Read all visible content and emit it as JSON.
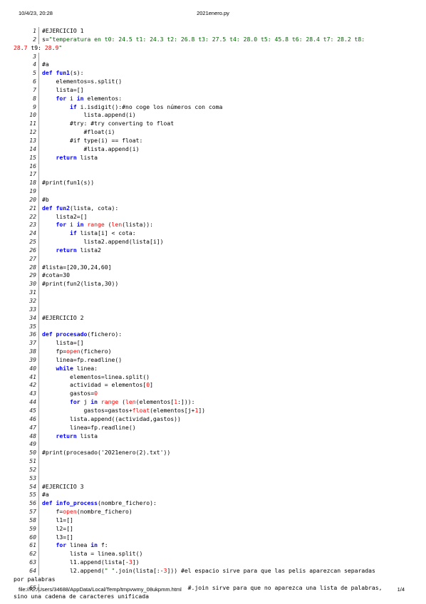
{
  "header": {
    "datetime": "10/4/23, 20:28",
    "title": "2021enero.py"
  },
  "footer": {
    "path": "file:///C:/Users/34688/AppData/Local/Temp/tmpvwmy_08ukpmm.html",
    "page": "1/4"
  },
  "lines": [
    {
      "n": "1",
      "t": "#EJERCICIO 1"
    },
    {
      "n": "2",
      "t": "s=\"temperatura en t0: 24.5 t1: 24.3 t2: 26.8 t3: 27.5 t4: 28.0 t5: 45.8 t6: 28.4 t7: 28.2 t8:",
      "w": "28.7 t9: 28.9\""
    },
    {
      "n": "3",
      "t": ""
    },
    {
      "n": "4",
      "t": "#a"
    },
    {
      "n": "5",
      "t": "def fun1(s):"
    },
    {
      "n": "6",
      "t": "    elementos=s.split()"
    },
    {
      "n": "7",
      "t": "    lista=[]"
    },
    {
      "n": "8",
      "t": "    for i in elementos:"
    },
    {
      "n": "9",
      "t": "        if i.isdigit():#no coge los números con coma"
    },
    {
      "n": "10",
      "t": "            lista.append(i)"
    },
    {
      "n": "11",
      "t": "        #try: #try converting to float"
    },
    {
      "n": "12",
      "t": "            #float(i)"
    },
    {
      "n": "13",
      "t": "        #if type(i) == float:"
    },
    {
      "n": "14",
      "t": "            #lista.append(i)"
    },
    {
      "n": "15",
      "t": "    return lista"
    },
    {
      "n": "16",
      "t": ""
    },
    {
      "n": "17",
      "t": ""
    },
    {
      "n": "18",
      "t": "#print(fun1(s))"
    },
    {
      "n": "19",
      "t": ""
    },
    {
      "n": "20",
      "t": "#b"
    },
    {
      "n": "21",
      "t": "def fun2(lista, cota):"
    },
    {
      "n": "22",
      "t": "    lista2=[]"
    },
    {
      "n": "23",
      "t": "    for i in range (len(lista)):"
    },
    {
      "n": "24",
      "t": "        if lista[i] < cota:"
    },
    {
      "n": "25",
      "t": "            lista2.append(lista[i])"
    },
    {
      "n": "26",
      "t": "    return lista2"
    },
    {
      "n": "27",
      "t": ""
    },
    {
      "n": "28",
      "t": "#lista=[20,30,24,60]"
    },
    {
      "n": "29",
      "t": "#cota=30"
    },
    {
      "n": "30",
      "t": "#print(fun2(lista,30))"
    },
    {
      "n": "31",
      "t": ""
    },
    {
      "n": "32",
      "t": ""
    },
    {
      "n": "33",
      "t": ""
    },
    {
      "n": "34",
      "t": "#EJERCICIO 2"
    },
    {
      "n": "35",
      "t": ""
    },
    {
      "n": "36",
      "t": "def procesado(fichero):"
    },
    {
      "n": "37",
      "t": "    lista=[]"
    },
    {
      "n": "38",
      "t": "    fp=open(fichero)"
    },
    {
      "n": "39",
      "t": "    linea=fp.readline()"
    },
    {
      "n": "40",
      "t": "    while linea:"
    },
    {
      "n": "41",
      "t": "        elementos=linea.split()"
    },
    {
      "n": "42",
      "t": "        actividad = elementos[0]"
    },
    {
      "n": "43",
      "t": "        gastos=0"
    },
    {
      "n": "44",
      "t": "        for j in range (len(elementos[1:])):"
    },
    {
      "n": "45",
      "t": "            gastos=gastos+float(elementos[j+1])"
    },
    {
      "n": "46",
      "t": "        lista.append((actividad,gastos))"
    },
    {
      "n": "47",
      "t": "        linea=fp.readline()"
    },
    {
      "n": "48",
      "t": "    return lista"
    },
    {
      "n": "49",
      "t": ""
    },
    {
      "n": "50",
      "t": "#print(procesado('2021enero(2).txt'))"
    },
    {
      "n": "51",
      "t": ""
    },
    {
      "n": "52",
      "t": ""
    },
    {
      "n": "53",
      "t": ""
    },
    {
      "n": "54",
      "t": "#EJERCICIO 3"
    },
    {
      "n": "55",
      "t": "#a"
    },
    {
      "n": "56",
      "t": "def info_process(nombre_fichero):"
    },
    {
      "n": "57",
      "t": "    f=open(nombre_fichero)"
    },
    {
      "n": "58",
      "t": "    l1=[]"
    },
    {
      "n": "59",
      "t": "    l2=[]"
    },
    {
      "n": "60",
      "t": "    l3=[]"
    },
    {
      "n": "61",
      "t": "    for linea in f:"
    },
    {
      "n": "62",
      "t": "        lista = linea.split()"
    },
    {
      "n": "63",
      "t": "        l1.append(lista[-3])"
    },
    {
      "n": "64",
      "t": "        l2.append(\" \".join(lista[:-3])) #el espacio sirve para que las pelis aparezcan separadas",
      "w": "por palabras"
    },
    {
      "n": "65",
      "t": "                                          #.join sirve para que no aparezca una lista de palabras,",
      "w": "sino una cadena de caracteres unificada"
    }
  ]
}
